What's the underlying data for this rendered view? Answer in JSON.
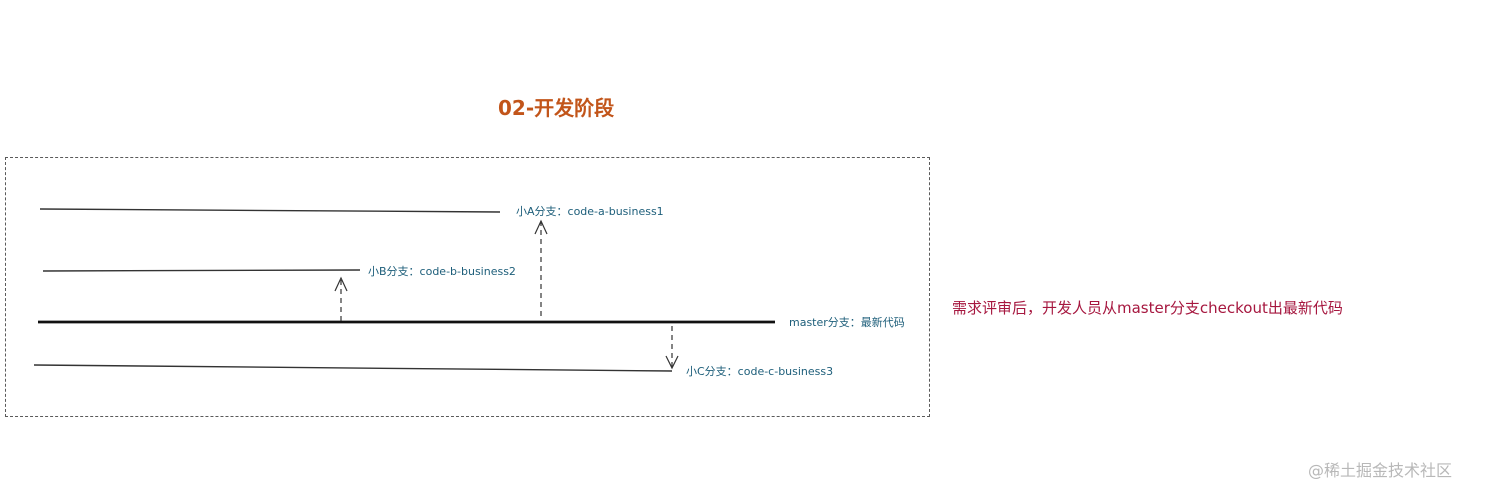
{
  "title": "02-开发阶段",
  "branches": {
    "a": "小A分支：code-a-business1",
    "b": "小B分支：code-b-business2",
    "master": "master分支：最新代码",
    "c": "小C分支：code-c-business3"
  },
  "note": "需求评审后，开发人员从master分支checkout出最新代码",
  "watermark": "@稀土掘金技术社区",
  "colors": {
    "title": "#c2551a",
    "branch_label": "#1d5e7a",
    "note": "#a6173f",
    "line": "#222222"
  }
}
